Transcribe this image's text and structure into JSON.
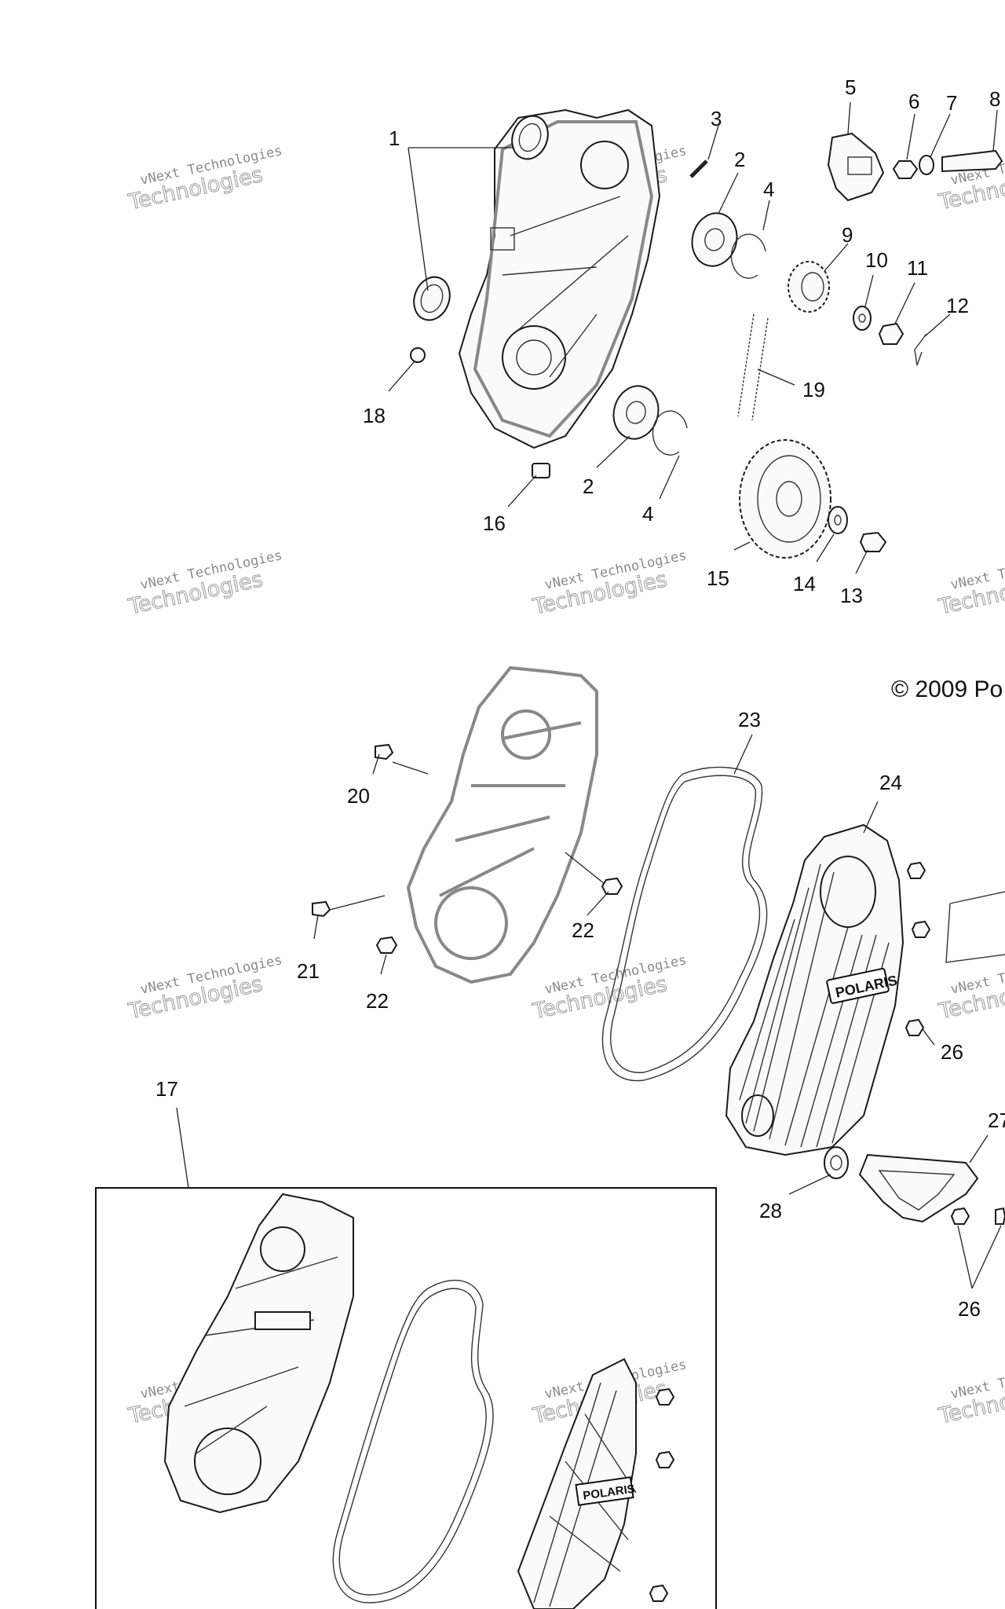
{
  "copyright": "© 2009 Po",
  "watermark": {
    "line1": "vNext Technologies",
    "line2": "Technologies",
    "line3": "vNext"
  },
  "callouts": [
    "1",
    "2",
    "3",
    "4",
    "5",
    "6",
    "7",
    "8",
    "9",
    "10",
    "11",
    "12",
    "13",
    "14",
    "15",
    "16",
    "17",
    "18",
    "19",
    "20",
    "21",
    "22",
    "23",
    "24",
    "26",
    "27",
    "28"
  ],
  "logo_text": "POLARIS"
}
